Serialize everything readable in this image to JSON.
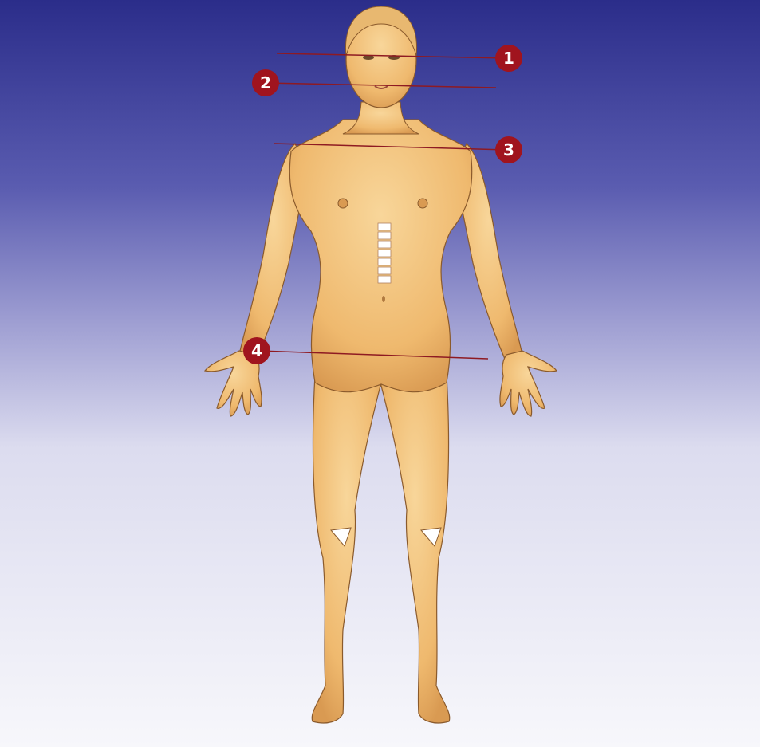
{
  "diagram": {
    "markers": [
      {
        "id": "1",
        "label": "1"
      },
      {
        "id": "2",
        "label": "2"
      },
      {
        "id": "3",
        "label": "3"
      },
      {
        "id": "4",
        "label": "4"
      }
    ]
  },
  "colors": {
    "background_top": "#2d2f8c",
    "background_mid": "#8a8ac8",
    "background_bottom": "#f6f6fb",
    "skin": "#f2c37c",
    "skin_shadow": "#d99a52",
    "outline": "#8a5a2c",
    "marker_fill": "#a0141e",
    "pointer_line": "#8e1a22"
  }
}
